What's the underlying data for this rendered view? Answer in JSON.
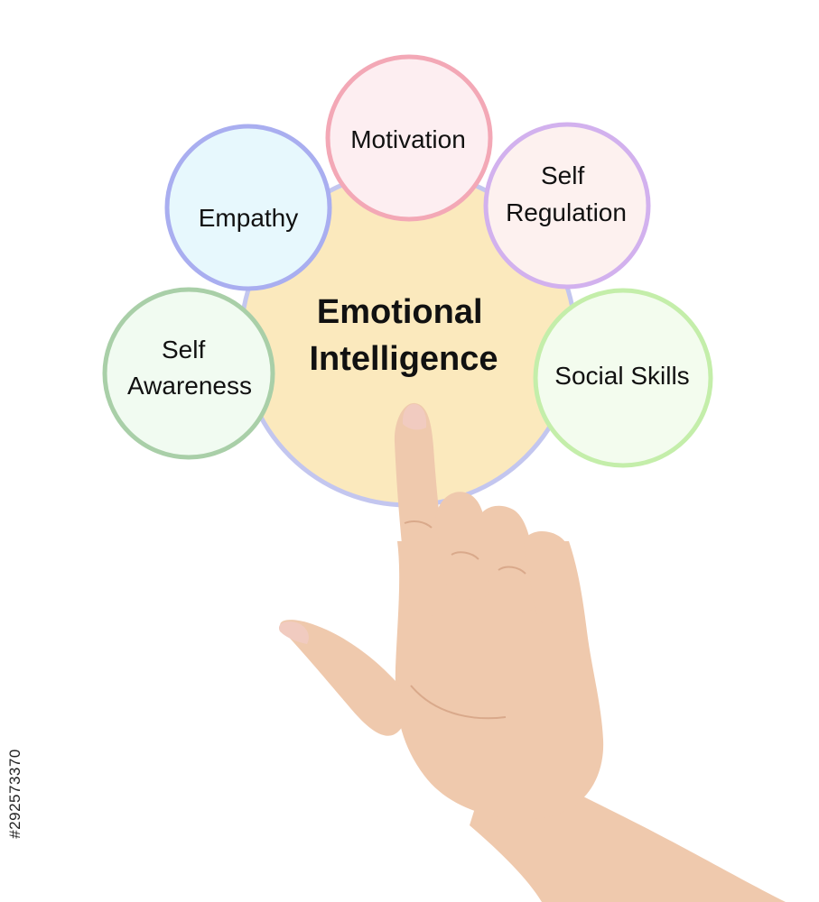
{
  "diagram": {
    "center": {
      "lines": [
        "Emotional",
        "Intelligence"
      ],
      "fill": "#fbe9bd",
      "stroke": "#c3c6ef"
    },
    "nodes": [
      {
        "id": "self-awareness",
        "lines": [
          "Self",
          "Awareness"
        ],
        "fill": "#f1fbf1",
        "stroke": "#a9cfa8"
      },
      {
        "id": "empathy",
        "lines": [
          "Empathy"
        ],
        "fill": "#e7f8fd",
        "stroke": "#a9aef0"
      },
      {
        "id": "motivation",
        "lines": [
          "Motivation"
        ],
        "fill": "#fdeef1",
        "stroke": "#f3a8b6"
      },
      {
        "id": "self-regulation",
        "lines": [
          "Self",
          "Regulation"
        ],
        "fill": "#fdf1ef",
        "stroke": "#d2b1ee"
      },
      {
        "id": "social-skills",
        "lines": [
          "Social Skills"
        ],
        "fill": "#f3fcee",
        "stroke": "#c4eeaa"
      }
    ]
  },
  "hand": {
    "icon": "pointing-hand-icon",
    "skin": "#efc9ad",
    "shade": "#d9a98b",
    "nail": "#f1cbc0"
  },
  "stock_id": "#292573370"
}
